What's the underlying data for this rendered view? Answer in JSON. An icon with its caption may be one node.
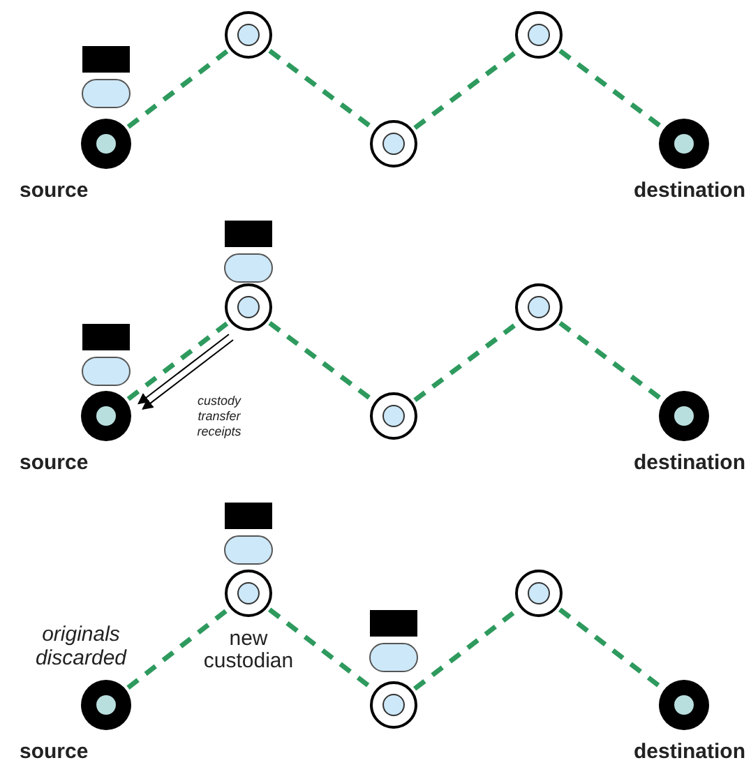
{
  "diagram": {
    "nodes": [
      {
        "text": [
          "source"
        ]
      },
      {
        "text": [],
        "shape": "circle"
      },
      {
        "text": [],
        "shape": "circle"
      },
      {
        "text": [],
        "shape": "circle"
      },
      {
        "text": [
          "destination"
        ]
      },
      {
        "text": [
          "source"
        ]
      },
      {
        "text": [],
        "shape": "circle"
      },
      {
        "text": [],
        "shape": "circle"
      },
      {
        "text": [],
        "shape": "circle"
      },
      {
        "text": [
          "destination"
        ]
      },
      {
        "text": [
          "source"
        ],
        "beside": [
          "originals discarded"
        ]
      },
      {
        "text": [
          "new custodian"
        ]
      },
      {
        "text": [],
        "shape": "circle"
      },
      {
        "text": [],
        "shape": "circle"
      },
      {
        "text": [
          "destination"
        ]
      }
    ],
    "edges": [
      {
        "from": 0,
        "to": 1,
        "arrow": "none",
        "style": "dashed",
        "color": "#2e9a5e"
      },
      {
        "from": 1,
        "to": 2,
        "arrow": "none",
        "style": "dashed",
        "color": "#2e9a5e"
      },
      {
        "from": 2,
        "to": 3,
        "arrow": "none",
        "style": "dashed",
        "color": "#2e9a5e"
      },
      {
        "from": 3,
        "to": 4,
        "arrow": "none",
        "style": "dashed",
        "color": "#2e9a5e"
      },
      {
        "from": 5,
        "to": 6,
        "arrow": "none",
        "style": "dashed",
        "color": "#2e9a5e"
      },
      {
        "from": 6,
        "to": 7,
        "arrow": "none",
        "style": "dashed",
        "color": "#2e9a5e"
      },
      {
        "from": 7,
        "to": 8,
        "arrow": "none",
        "style": "dashed",
        "color": "#2e9a5e"
      },
      {
        "from": 8,
        "to": 9,
        "arrow": "none",
        "style": "dashed",
        "color": "#2e9a5e"
      },
      {
        "from": 6,
        "to": 5,
        "arrow": "to",
        "label": "custody transfer receipts",
        "color": "#000000"
      },
      {
        "from": 6,
        "to": 5,
        "arrow": "to",
        "color": "#000000"
      },
      {
        "from": 10,
        "to": 11,
        "arrow": "none",
        "style": "dashed",
        "color": "#2e9a5e"
      },
      {
        "from": 11,
        "to": 12,
        "arrow": "none",
        "style": "dashed",
        "color": "#2e9a5e"
      },
      {
        "from": 12,
        "to": 13,
        "arrow": "none",
        "style": "dashed",
        "color": "#2e9a5e"
      },
      {
        "from": 13,
        "to": 14,
        "arrow": "none",
        "style": "dashed",
        "color": "#2e9a5e"
      }
    ]
  }
}
